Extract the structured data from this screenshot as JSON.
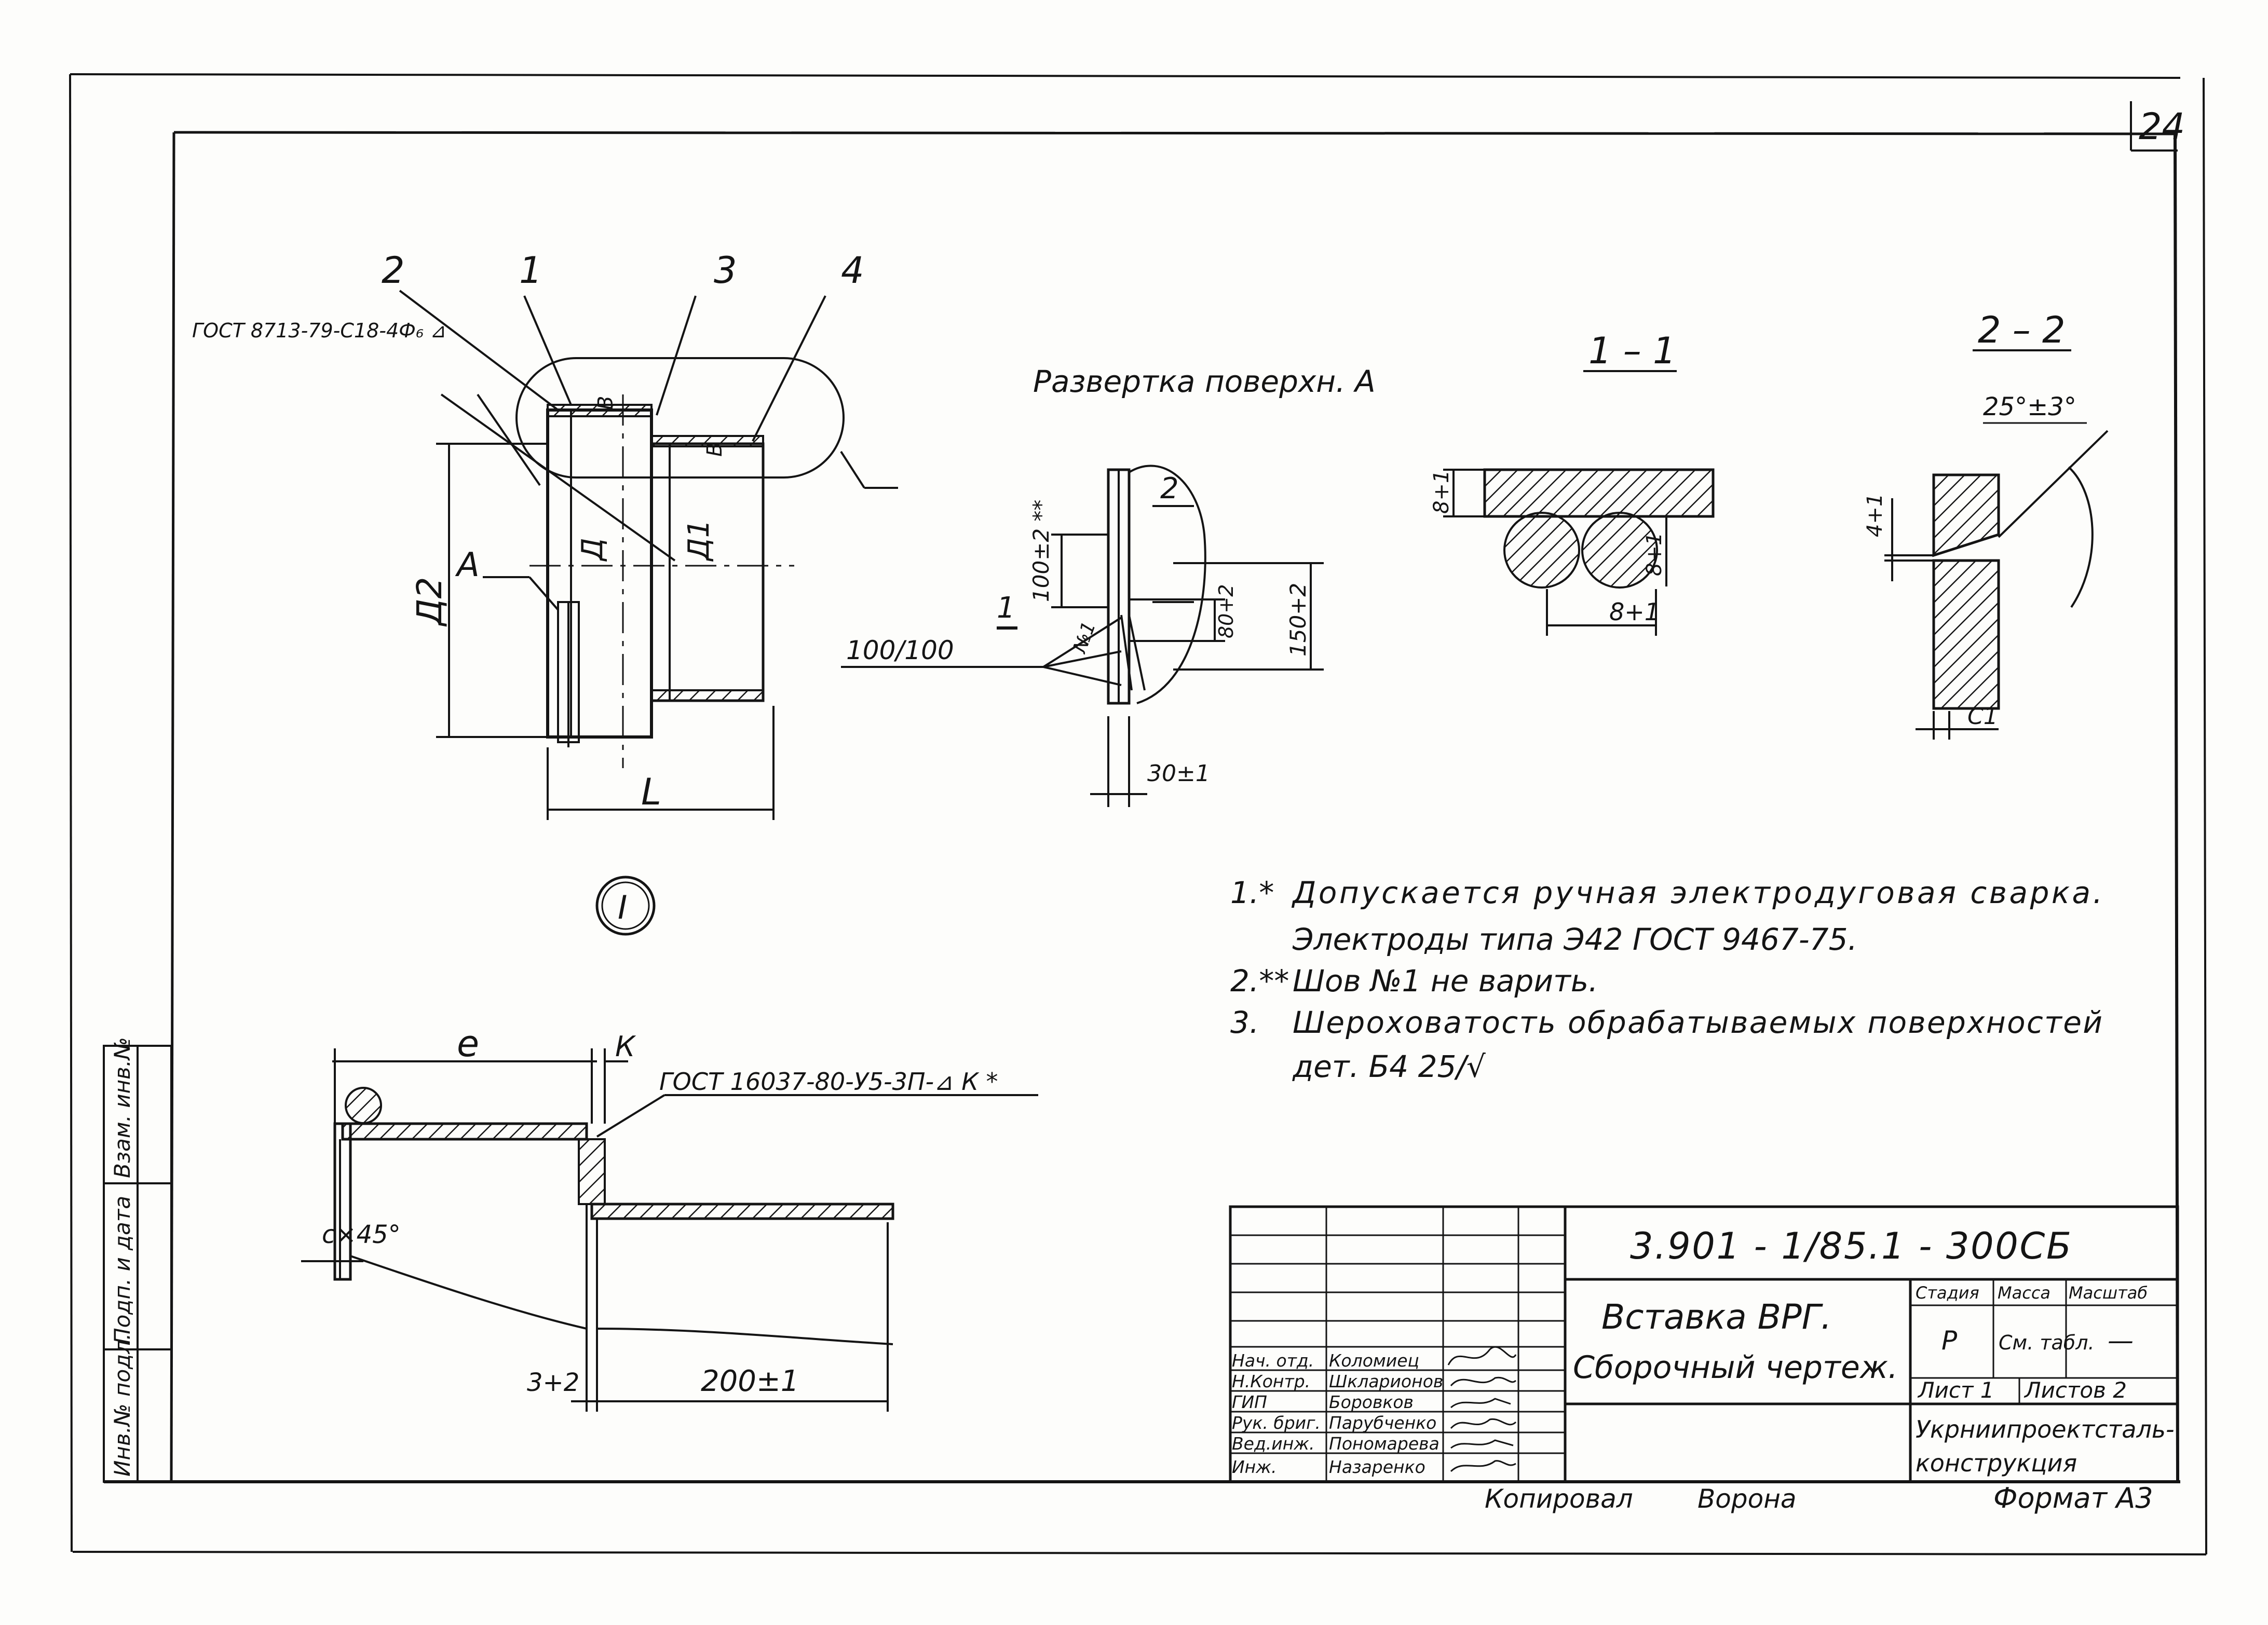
{
  "sheet_number": "24",
  "view_I": {
    "callouts": [
      "2",
      "1",
      "3",
      "4"
    ],
    "gost_label": "ГОСТ 8713-79-С18-4Ф₆ ⊿",
    "dims": {
      "D2": "Д2",
      "D": "Д",
      "D1": "Д1",
      "A": "А",
      "L": "L",
      "B1": "В",
      "B2": "В"
    },
    "detail_ref": "I"
  },
  "development": {
    "title": "Развертка поверхн. А",
    "weld": "100/100",
    "weld_no": "№1",
    "section_mark_1": "1",
    "section_mark_2": "2",
    "dims": [
      "100±2 **",
      "80+2",
      "150+2",
      "30±1"
    ]
  },
  "section_1_1": {
    "title": "1 – 1",
    "dims": [
      "8+1",
      "8+1",
      "8+1"
    ]
  },
  "section_2_2": {
    "title": "2 – 2",
    "angle": "25°±3°",
    "dims": [
      "4+1",
      "С1"
    ]
  },
  "detail_I": {
    "ref": "I",
    "dims": {
      "e": "е",
      "k": "К",
      "chamfer": "с×45°",
      "gap": "3+2",
      "length": "200±1"
    },
    "gost_label": "ГОСТ 16037-80-У5-3П-⊿ К *"
  },
  "notes": [
    {
      "num": "1.*",
      "lines": [
        "Допускается ручная электродуговая сварка.",
        "Электроды типа Э42 ГОСТ 9467-75."
      ]
    },
    {
      "num": "2.**",
      "lines": [
        "Шов №1 не варить."
      ]
    },
    {
      "num": "3.",
      "lines": [
        "Шероховатость обрабатываемых поверхностей",
        "дет. Б4 25/√"
      ]
    }
  ],
  "side_stamp": [
    "Инв.№ подл.",
    "Подп. и дата",
    "Взам. инв.№"
  ],
  "title_block": {
    "designation": "3.901 - 1/85.1 - 300СБ",
    "name_1": "Вставка ВРГ.",
    "name_2": "Сборочный чертеж.",
    "stage_label": "Стадия",
    "mass_label": "Масса",
    "scale_label": "Масштаб",
    "stage": "Р",
    "mass": "См. табл.",
    "scale": "—",
    "sheet": "Лист 1",
    "sheets": "Листов 2",
    "org_1": "Укрниипроектсталь-",
    "org_2": "конструкция",
    "roles": [
      "Нач. отд.",
      "Н.Контр.",
      "ГИП",
      "Рук. бриг.",
      "Вед.инж.",
      "Инж."
    ],
    "people": [
      "Коломиец",
      "Шкларионов",
      "Боровков",
      "Парубченко",
      "Пономарева",
      "Назаренко"
    ]
  },
  "footer": {
    "copied": "Копировал",
    "by": "Ворона",
    "format": "Формат А3"
  }
}
